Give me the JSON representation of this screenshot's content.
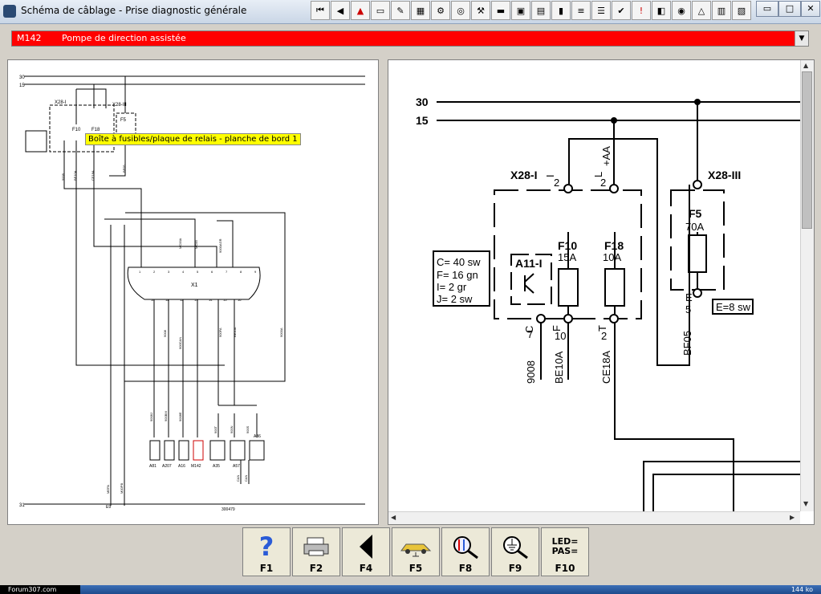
{
  "window": {
    "title": "Schéma de câblage - Prise diagnostic générale"
  },
  "selector": {
    "code": "M142",
    "label": "Pompe de direction assistée"
  },
  "tooltip": "Boîte à fusibles/plaque de relais - planche de bord 1",
  "left_schematic": {
    "rails": [
      "30",
      "15",
      "31"
    ],
    "connectors": [
      "X28-I",
      "X28-III",
      "X1"
    ],
    "fuses": [
      "F10",
      "F18",
      "F5"
    ],
    "components": [
      "A81",
      "A207",
      "A16",
      "M142",
      "A35",
      "A57",
      "A36"
    ],
    "wires": [
      "9008",
      "BE10A",
      "CE18A",
      "BF05",
      "MC00A",
      "MC00",
      "9000AGR",
      "900FA",
      "BE10A",
      "9000A",
      "9008",
      "9008J",
      "900BM",
      "9008E",
      "900CAN",
      "900T",
      "900N",
      "900S",
      "MEPA",
      "M00PB",
      "CAN",
      "CAN"
    ],
    "ground": "E9",
    "ref": "300479",
    "pins_top": [
      "1",
      "2",
      "3",
      "4",
      "5",
      "6",
      "7",
      "8",
      "9"
    ],
    "pins_bottom": [
      "10",
      "11",
      "12",
      "13",
      "14",
      "15",
      "16"
    ]
  },
  "right_schematic": {
    "rail_30": "30",
    "rail_15": "15",
    "x28i": "X28-I",
    "x28iii": "X28-III",
    "pin_i": "I",
    "pin_i_num": "2",
    "pin_l": "L",
    "pin_l_num": "2",
    "pin_aa": "+AA",
    "f5": "F5",
    "f5_rating": "70A",
    "f10": "F10",
    "f10_rating": "15A",
    "f18": "F18",
    "f18_rating": "10A",
    "a11": "A11-I",
    "spec_c": "C= 40 sw",
    "spec_f": "F= 16 gn",
    "spec_i": "I= 2 gr",
    "spec_j": "J= 2 sw",
    "spec_e": "E=8 sw",
    "pin_c": "C",
    "pin_c_num": "7",
    "pin_f": "F",
    "pin_f_num": "10",
    "pin_t": "T",
    "pin_t_num": "2",
    "pin_e": "E",
    "pin_e_num": "5",
    "wire_9008": "9008",
    "wire_be10a": "BE10A",
    "wire_ce18a": "CE18A",
    "wire_bf05": "BF05"
  },
  "function_keys": [
    {
      "label": "F1",
      "icon": "help-icon"
    },
    {
      "label": "F2",
      "icon": "printer-icon"
    },
    {
      "label": "F4",
      "icon": "back-arrow-icon"
    },
    {
      "label": "F5",
      "icon": "car-icon"
    },
    {
      "label": "F8",
      "icon": "zoom-schematic-icon"
    },
    {
      "label": "F9",
      "icon": "zoom-ground-icon"
    },
    {
      "label": "F10",
      "icon": "led-pas-icon"
    }
  ],
  "led_text": "LED=",
  "pas_text": "PAS=",
  "taskbar": {
    "site": "Forum307.com",
    "size": "144 ko"
  }
}
